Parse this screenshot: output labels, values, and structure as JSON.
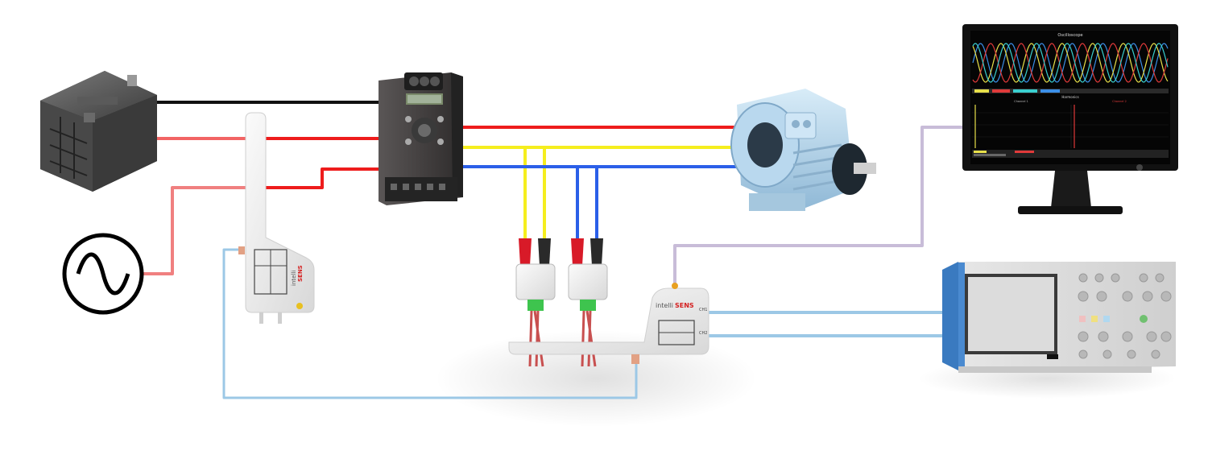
{
  "diagram": {
    "components": [
      {
        "id": "battery",
        "kind": "battery-icon"
      },
      {
        "id": "ac-source",
        "kind": "ac-source-icon"
      },
      {
        "id": "sensor-unit",
        "kind": "current-sensor-icon",
        "brand_prefix": "intelli",
        "brand_suffix": "SENS"
      },
      {
        "id": "inverter",
        "kind": "frequency-inverter-icon"
      },
      {
        "id": "motor",
        "kind": "electric-motor-icon"
      },
      {
        "id": "probe-1",
        "kind": "voltage-probe-icon"
      },
      {
        "id": "probe-2",
        "kind": "voltage-probe-icon"
      },
      {
        "id": "interface-module",
        "kind": "interface-module-icon",
        "brand_prefix": "intelli",
        "brand_suffix": "SENS",
        "ports": [
          "CH1",
          "CH2"
        ]
      },
      {
        "id": "pc-monitor",
        "kind": "monitor-icon"
      },
      {
        "id": "oscilloscope",
        "kind": "oscilloscope-icon"
      }
    ],
    "screen": {
      "top_title": "Oscilloscope",
      "bottom_title": "Harmonics",
      "channel_1": "Channel 1",
      "channel_2": "Channel 2"
    },
    "wire_colors": {
      "dc_negative": "#111111",
      "dc_positive": "#ee1c1c",
      "ac_source": "#f08080",
      "phase_yellow": "#f5ee1e",
      "phase_blue": "#2b5fe8",
      "signal": "#9cc8e6",
      "usb": "#c8bcd8",
      "probe_red": "#d81a28",
      "probe_black": "#2a2a2a"
    }
  }
}
